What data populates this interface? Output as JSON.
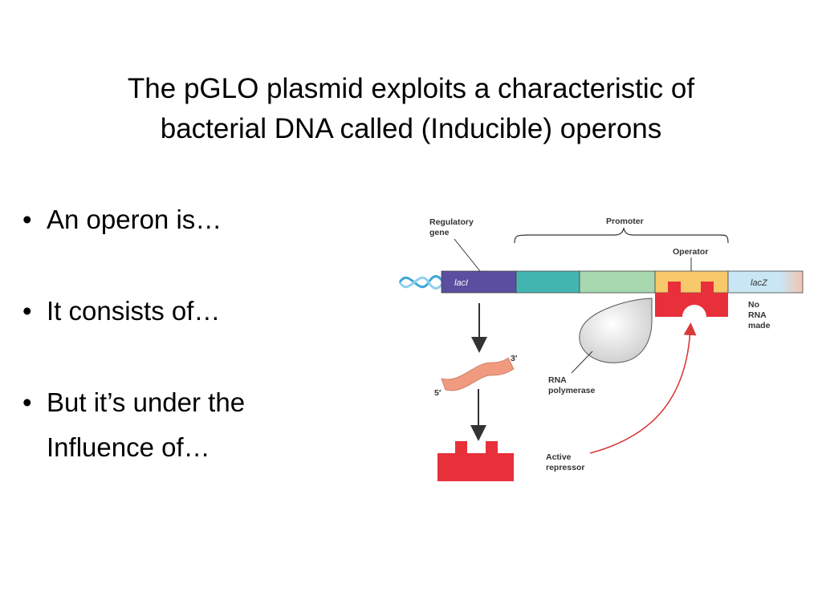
{
  "slide": {
    "title_line1": "The pGLO plasmid exploits a characteristic of",
    "title_line2": "bacterial DNA called (Inducible) operons"
  },
  "bullets": [
    {
      "text": "An operon is…"
    },
    {
      "text": "It consists of…"
    },
    {
      "text_line1": "But it’s under the",
      "text_line2": "Influence of…"
    }
  ],
  "bullet_glyph": "•",
  "diagram": {
    "regulatory_gene_line1": "Regulatory",
    "regulatory_gene_line2": "gene",
    "promoter": "Promoter",
    "operator": "Operator",
    "lacI": "lacI",
    "lacZ": "lacZ",
    "no_rna_line1": "No",
    "no_rna_line2": "RNA",
    "no_rna_line3": "made",
    "three_prime": "3′",
    "five_prime": "5′",
    "rna_polymerase_line1": "RNA",
    "rna_polymerase_line2": "polymerase",
    "active_repressor_line1": "Active",
    "active_repressor_line2": "repressor",
    "colors": {
      "lacI": "#5b4ea0",
      "segment2": "#43b5b0",
      "segment3": "#a8d8b0",
      "operator": "#f7c96a",
      "lacZ": "#c9e6f5",
      "repressor": "#e8303a",
      "mrna": "#f09a80",
      "arrow": "#d83a3a"
    }
  }
}
